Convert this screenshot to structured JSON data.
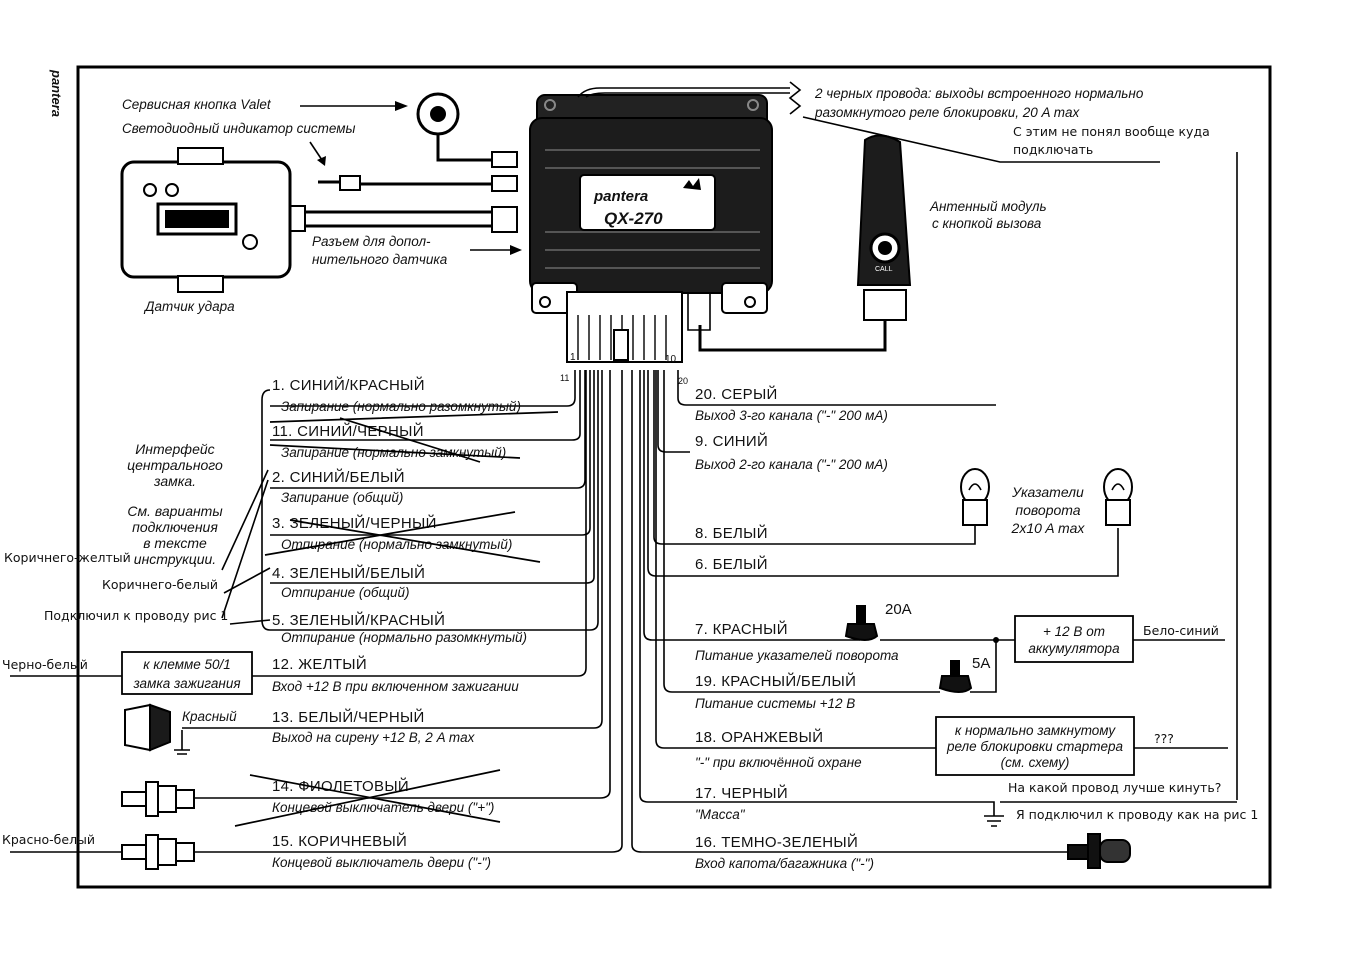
{
  "brand": {
    "side_logo": "pantera",
    "unit_logo": "pantera",
    "unit_model": "QX-270"
  },
  "labels": {
    "valet": "Сервисная кнопка Valet",
    "led": "Светодиодный индикатор системы",
    "extra_sensor_1": "Разъем для допол-",
    "extra_sensor_2": "нительного датчика",
    "shock_sensor": "Датчик удара",
    "relay_wires_1": "2 черных провода: выходы встроенного нормально",
    "relay_wires_2": "разомкнутого реле блокировки, 20 A max",
    "antenna_1": "Антенный модуль",
    "antenna_2": "с кнопкой вызова",
    "antenna_call": "CALL",
    "interface_1": "Интерфейс",
    "interface_2": "центрального",
    "interface_3": "замка.",
    "interface_4": "См. варианты",
    "interface_5": "подключения",
    "interface_6": "в тексте",
    "interface_7": "инструкции.",
    "turn_signals_1": "Указатели",
    "turn_signals_2": "поворота",
    "turn_signals_3": "2x10 A max",
    "fuse_20a": "20A",
    "fuse_5a": "5A",
    "battery_1": "+ 12 В от",
    "battery_2": "аккумулятора",
    "starter_relay_1": "к нормально замкнутому",
    "starter_relay_2": "реле блокировки стартера",
    "starter_relay_3": "(см. схему)",
    "ignition_1": "к клемме 50/1",
    "ignition_2": "замка зажигания",
    "siren_color": "Красный",
    "pin_1": "1",
    "pin_10": "10",
    "pin_11": "11",
    "pin_20": "20"
  },
  "wires_left": [
    {
      "title": "1. СИНИЙ/КРАСНЫЙ",
      "desc": "Запирание (нормально разомкнутый)",
      "struck": false
    },
    {
      "title": "11. СИНИЙ/ЧЕРНЫЙ",
      "desc": "Запирание (нормально замкнутый)",
      "struck": true
    },
    {
      "title": "2. СИНИЙ/БЕЛЫЙ",
      "desc": "Запирание (общий)",
      "struck": false
    },
    {
      "title": "3. ЗЕЛЕНЫЙ/ЧЕРНЫЙ",
      "desc": "Отпирание (нормально замкнутый)",
      "struck": true
    },
    {
      "title": "4. ЗЕЛЕНЫЙ/БЕЛЫЙ",
      "desc": "Отпирание (общий)",
      "struck": false
    },
    {
      "title": "5. ЗЕЛЕНЫЙ/КРАСНЫЙ",
      "desc": "Отпирание (нормально разомкнутый)",
      "struck": false
    },
    {
      "title": "12. ЖЕЛТЫЙ",
      "desc": "Вход +12 В при включенном зажигании",
      "struck": false
    },
    {
      "title": "13. БЕЛЫЙ/ЧЕРНЫЙ",
      "desc": "Выход на сирену +12 В, 2 A max",
      "struck": false
    },
    {
      "title": "14. ФИОЛЕТОВЫЙ",
      "desc": "Концевой выключатель двери (\"+\")",
      "struck": true
    },
    {
      "title": "15. КОРИЧНЕВЫЙ",
      "desc": "Концевой выключатель двери (\"-\")",
      "struck": false
    }
  ],
  "wires_right": [
    {
      "title": "20. СЕРЫЙ",
      "desc": "Выход 3-го канала (\"-\" 200 мА)"
    },
    {
      "title": "9. СИНИЙ",
      "desc": "Выход 2-го канала (\"-\" 200 мА)"
    },
    {
      "title": "8. БЕЛЫЙ",
      "desc": ""
    },
    {
      "title": "6. БЕЛЫЙ",
      "desc": ""
    },
    {
      "title": "7. КРАСНЫЙ",
      "desc": "Питание указателей поворота"
    },
    {
      "title": "19. КРАСНЫЙ/БЕЛЫЙ",
      "desc": "Питание системы +12 В"
    },
    {
      "title": "18. ОРАНЖЕВЫЙ",
      "desc": "\"-\" при включённой охране"
    },
    {
      "title": "17. ЧЕРНЫЙ",
      "desc": "\"Масса\""
    },
    {
      "title": "16. ТЕМНО-ЗЕЛЕНЫЙ",
      "desc": "Вход капота/багажника (\"-\")"
    }
  ],
  "annotations": {
    "dont_understand_1": "С этим не понял вообще куда",
    "dont_understand_2": "подключать",
    "brown_yellow": "Коричнего-желтый",
    "brown_white": "Коричнего-белый",
    "connected_fig1": "Подключил к проводу рис 1",
    "black_white": "Черно-белый",
    "red_white": "Красно-белый",
    "blue_white": "Бело-синий",
    "question": "???",
    "which_wire": "На какой провод лучше кинуть?",
    "connected_right": "Я подключил к проводу как на рис 1"
  }
}
